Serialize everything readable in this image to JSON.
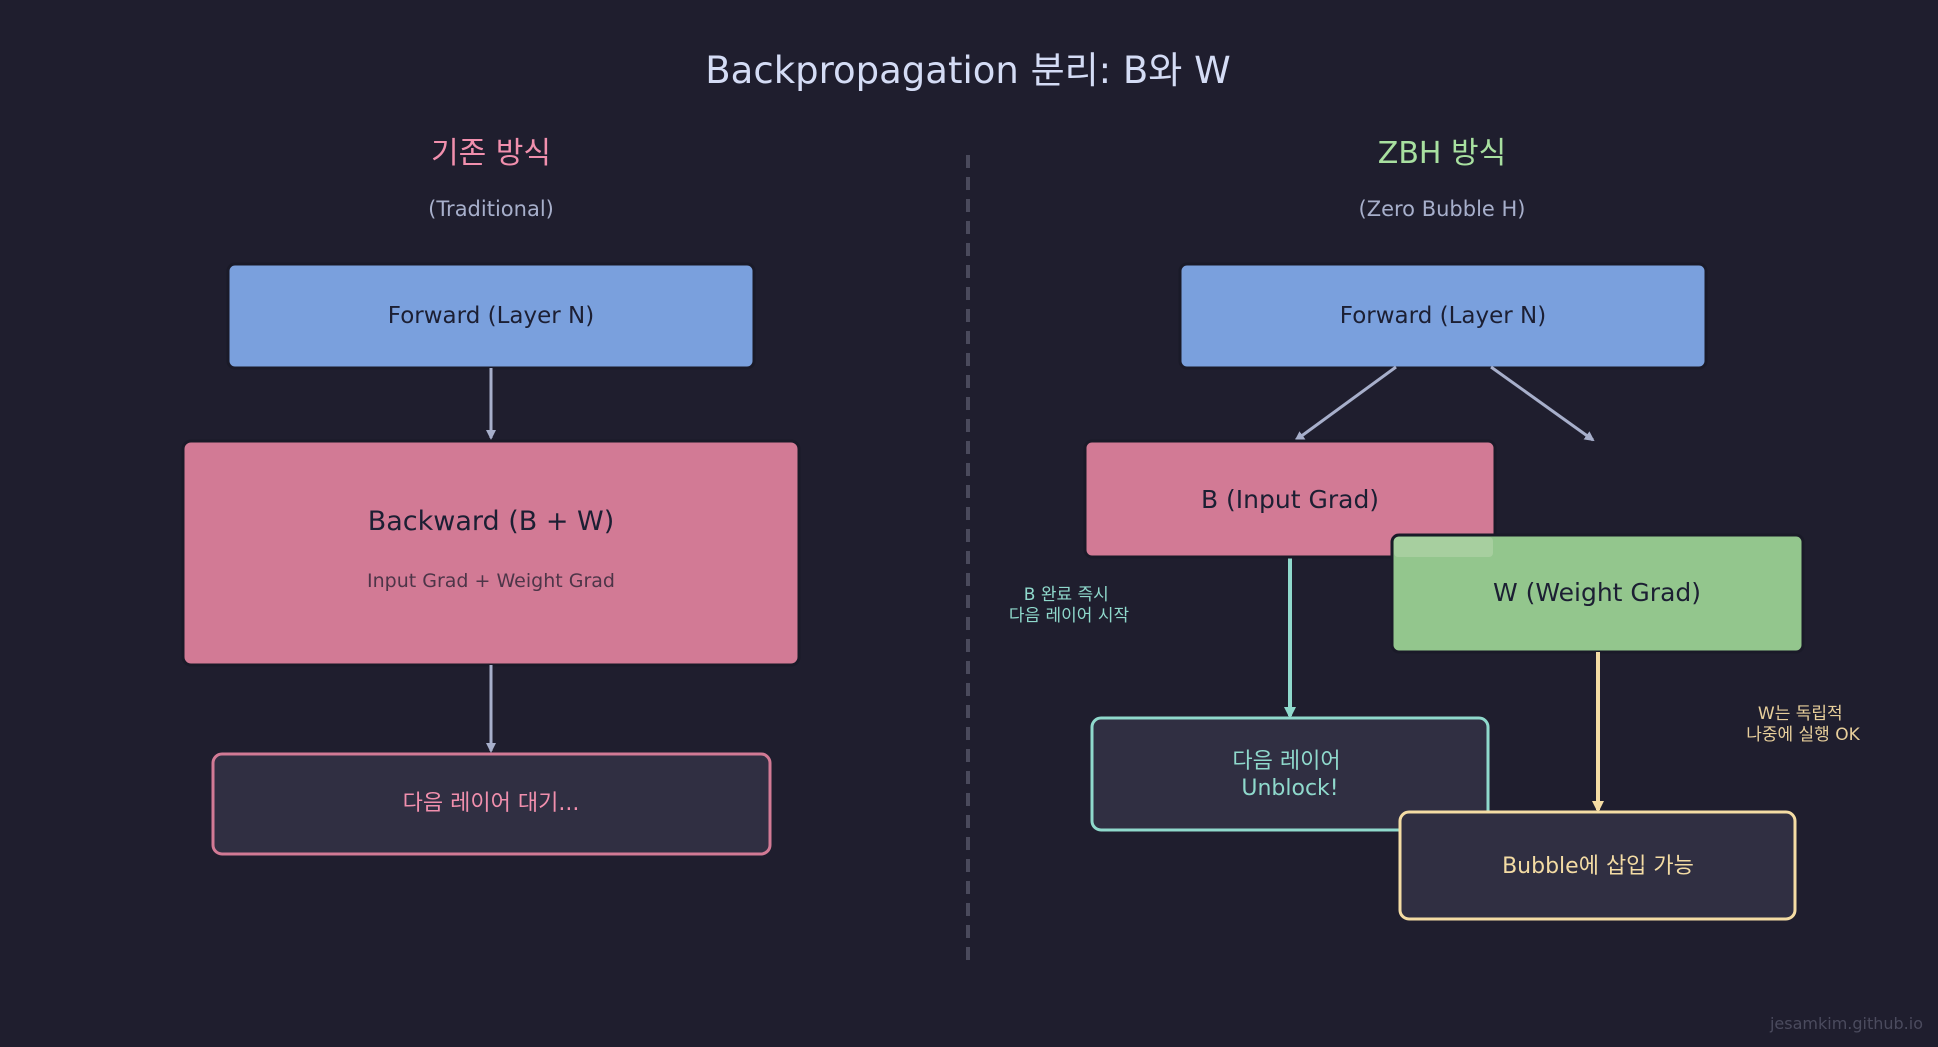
{
  "title": "Backpropagation 분리: B와 W",
  "left": {
    "heading": "기존 방식",
    "subheading": "(Traditional)",
    "forward_label": "Forward (Layer N)",
    "backward_label": "Backward (B + W)",
    "backward_sublabel": "Input Grad + Weight Grad",
    "wait_label": "다음 레이어 대기..."
  },
  "right": {
    "heading": "ZBH 방식",
    "subheading": "(Zero Bubble H)",
    "forward_label": "Forward (Layer N)",
    "b_label": "B (Input Grad)",
    "w_label": "W (Weight Grad)",
    "b_note": [
      "B 완료 즉시",
      "다음 레이어 시작"
    ],
    "w_note": [
      "W는 독립적",
      "나중에 실행 OK"
    ],
    "unblock_label": [
      "다음 레이어",
      "Unblock!"
    ],
    "bubble_label": "Bubble에 삽입 가능"
  },
  "watermark": "jesamkim.github.io",
  "colors": {
    "background": "#1f1e2e",
    "forward": "#7aa0dd",
    "backward": "#d27a95",
    "weight": "#93c68d",
    "teal": "#8fd9cc",
    "yellow": "#f4dca4",
    "arrow": "#a7afcb",
    "box_dark": "#302f42",
    "pink_text": "#f18fad",
    "green_text": "#a8e0a0",
    "title_text": "#d4dcf5"
  }
}
